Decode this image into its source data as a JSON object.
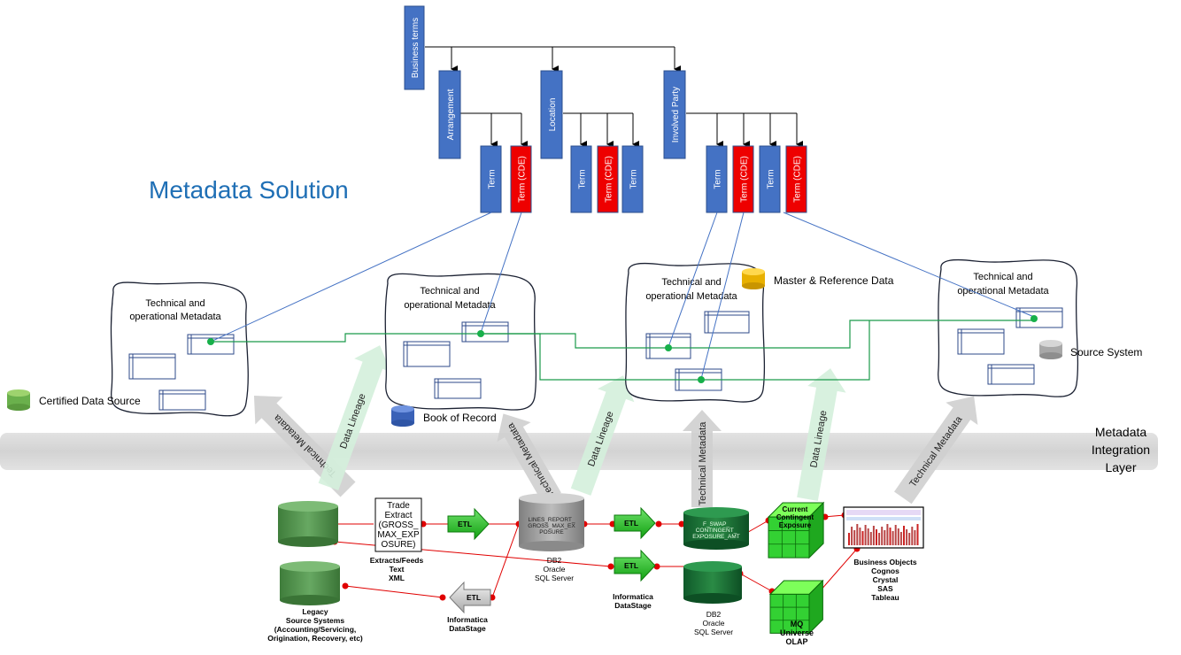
{
  "title": "Metadata Solution",
  "hierarchy": {
    "root": "Business terms",
    "groups": [
      {
        "label": "Arrangement",
        "terms": [
          "Term",
          "Term (CDE)"
        ]
      },
      {
        "label": "Location",
        "terms": [
          "Term",
          "Term (CDE)",
          "Term"
        ]
      },
      {
        "label": "Involved Party",
        "terms": [
          "Term",
          "Term (CDE)",
          "Term",
          "Term (CDE)"
        ]
      }
    ]
  },
  "metadata_clouds": [
    "Technical and operational Metadata",
    "Technical and operational Metadata",
    "Technical and operational Metadata",
    "Technical and operational Metadata"
  ],
  "legend": {
    "certified": "Certified Data Source",
    "book_of_record": "Book of Record",
    "master_reference": "Master & Reference Data",
    "source_system": "Source System"
  },
  "integration_layer": {
    "line1": "Metadata",
    "line2": "Integration",
    "line3": "Layer"
  },
  "arrow_labels": {
    "technical_metadata": "Technical Metadata",
    "data_lineage": "Data Lineage"
  },
  "bottom": {
    "etl": "ETL",
    "trade_extract": [
      "Trade",
      "Extract",
      "(GROSS_",
      "MAX_EXP",
      "OSURE)"
    ],
    "extracts_feeds": [
      "Extracts/Feeds",
      "Text",
      "XML"
    ],
    "legacy": [
      "Legacy",
      "Source Systems",
      "(Accounting/Servicing,",
      "Origination, Recovery, etc)"
    ],
    "informatica_1": [
      "Informatica",
      "DataStage"
    ],
    "lines_report": [
      "LINES_REPORT_",
      "GROSS_MAX_EX",
      "POSURE"
    ],
    "db2_1": [
      "DB2",
      "Oracle",
      "SQL Server"
    ],
    "informatica_2": [
      "Informatica",
      "DataStage"
    ],
    "f_swap": [
      "F_SWAP_",
      "CONTINGENT_",
      "EXPOSURE_AMT"
    ],
    "db2_2": [
      "DB2",
      "Oracle",
      "SQL Server"
    ],
    "current_contingent": [
      "Current",
      "Contingent",
      "Exposure"
    ],
    "mq": [
      "MQ",
      "Universe",
      "OLAP"
    ],
    "bi_tools": [
      "Business Objects",
      "Cognos",
      "Crystal",
      "SAS",
      "Tableau"
    ]
  }
}
